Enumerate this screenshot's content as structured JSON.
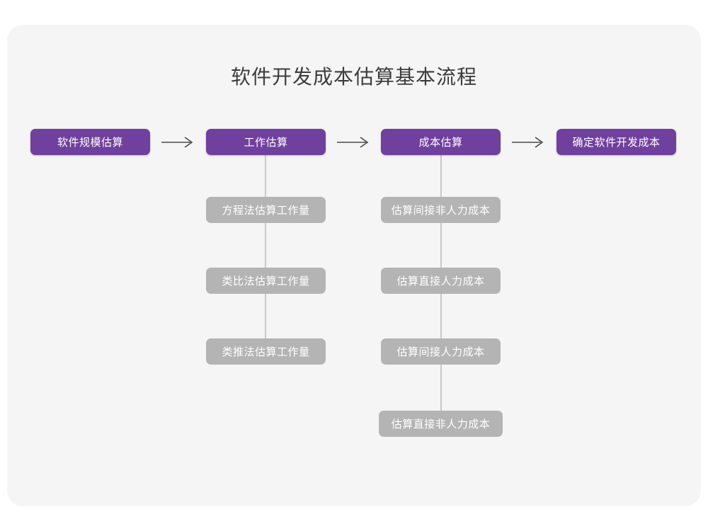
{
  "diagram": {
    "title": "软件开发成本估算基本流程",
    "type": "flowchart",
    "colors": {
      "background": "#ffffff",
      "card": "#f5f5f5",
      "primary_node": "#70409e",
      "secondary_node": "#b4b4b4",
      "connector": "#c9c9c9",
      "title_text": "#3c3c3c",
      "node_text": "#ffffff",
      "arrow": "#4a4a4a"
    },
    "main_flow": [
      {
        "id": "step1",
        "label": "软件规模估算"
      },
      {
        "id": "step2",
        "label": "工作估算"
      },
      {
        "id": "step3",
        "label": "成本估算"
      },
      {
        "id": "step4",
        "label": "确定软件开发成本"
      }
    ],
    "arrows": [
      {
        "id": "arrow1",
        "glyph": "⟶",
        "from": "step1",
        "to": "step2"
      },
      {
        "id": "arrow2",
        "glyph": "⟶",
        "from": "step2",
        "to": "step3"
      },
      {
        "id": "arrow3",
        "glyph": "⟶",
        "from": "step3",
        "to": "step4"
      }
    ],
    "branches": [
      {
        "parent": "step2",
        "items": [
          {
            "id": "step2-sub1",
            "label": "方程法估算工作量"
          },
          {
            "id": "step2-sub2",
            "label": "类比法估算工作量"
          },
          {
            "id": "step2-sub3",
            "label": "类推法估算工作量"
          }
        ]
      },
      {
        "parent": "step3",
        "items": [
          {
            "id": "step3-sub1",
            "label": "估算间接非人力成本"
          },
          {
            "id": "step3-sub2",
            "label": "估算直接人力成本"
          },
          {
            "id": "step3-sub3",
            "label": "估算间接人力成本"
          },
          {
            "id": "step3-sub4",
            "label": "估算直接非人力成本"
          }
        ]
      }
    ]
  }
}
